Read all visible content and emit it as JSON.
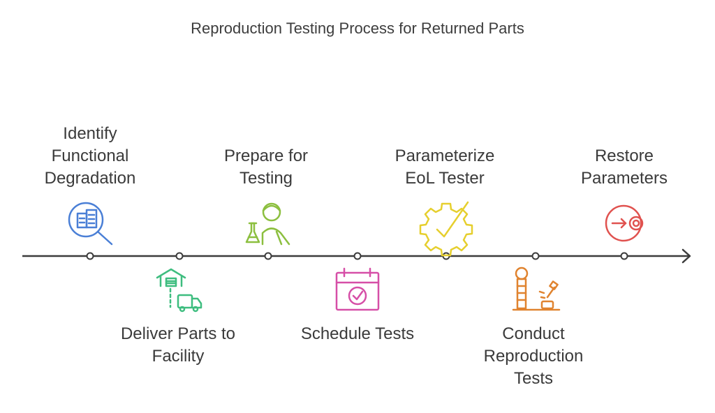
{
  "title": "Reproduction Testing Process for Returned Parts",
  "steps": [
    {
      "label": "Identify\nFunctional\nDegradation",
      "icon": "magnifier-document-icon",
      "color": "#4a7fd6",
      "position": "above"
    },
    {
      "label": "Deliver Parts to\nFacility",
      "icon": "warehouse-truck-icon",
      "color": "#3ebd7f",
      "position": "below"
    },
    {
      "label": "Prepare for\nTesting",
      "icon": "scientist-flask-icon",
      "color": "#8cbf3f",
      "position": "above"
    },
    {
      "label": "Schedule Tests",
      "icon": "calendar-check-icon",
      "color": "#d64fa7",
      "position": "below"
    },
    {
      "label": "Parameterize\nEoL Tester",
      "icon": "gear-check-icon",
      "color": "#e6cf2e",
      "position": "above"
    },
    {
      "label": "Conduct\nReproduction\nTests",
      "icon": "strength-tester-icon",
      "color": "#e0832f",
      "position": "below"
    },
    {
      "label": "Restore\nParameters",
      "icon": "arrow-target-icon",
      "color": "#e0524f",
      "position": "above"
    }
  ]
}
